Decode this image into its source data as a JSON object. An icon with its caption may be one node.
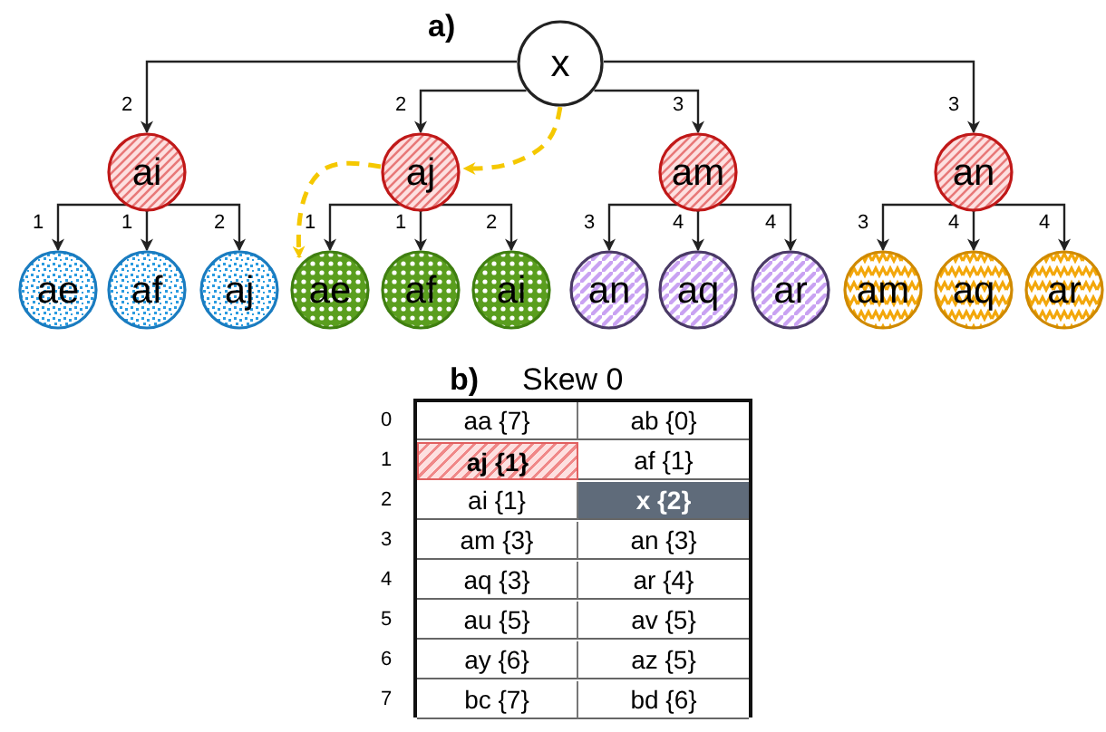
{
  "diagram": {
    "nodes": [
      {
        "text": [
          "x"
        ]
      },
      {
        "text": [
          "ai"
        ]
      },
      {
        "text": [
          "aj"
        ]
      },
      {
        "text": [
          "am"
        ]
      },
      {
        "text": [
          "an"
        ]
      },
      {
        "text": [
          "ae"
        ]
      },
      {
        "text": [
          "af"
        ]
      },
      {
        "text": [
          "aj"
        ]
      },
      {
        "text": [
          "ae"
        ]
      },
      {
        "text": [
          "af"
        ]
      },
      {
        "text": [
          "ai"
        ]
      },
      {
        "text": [
          "an"
        ]
      },
      {
        "text": [
          "aq"
        ]
      },
      {
        "text": [
          "ar"
        ]
      },
      {
        "text": [
          "am"
        ]
      },
      {
        "text": [
          "aq"
        ]
      },
      {
        "text": [
          "ar"
        ]
      }
    ],
    "edges": [
      {
        "from": 0,
        "to": 1,
        "arrow": "to",
        "label": "2"
      },
      {
        "from": 0,
        "to": 2,
        "arrow": "to",
        "label": "2"
      },
      {
        "from": 0,
        "to": 3,
        "arrow": "to",
        "label": "3"
      },
      {
        "from": 0,
        "to": 4,
        "arrow": "to",
        "label": "3"
      },
      {
        "from": 1,
        "to": 5,
        "arrow": "to",
        "label": "1"
      },
      {
        "from": 1,
        "to": 6,
        "arrow": "to",
        "label": "1"
      },
      {
        "from": 1,
        "to": 7,
        "arrow": "to",
        "label": "2"
      },
      {
        "from": 2,
        "to": 8,
        "arrow": "to",
        "label": "1"
      },
      {
        "from": 2,
        "to": 9,
        "arrow": "to",
        "label": "1"
      },
      {
        "from": 2,
        "to": 10,
        "arrow": "to",
        "label": "2"
      },
      {
        "from": 3,
        "to": 11,
        "arrow": "to",
        "label": "3"
      },
      {
        "from": 3,
        "to": 12,
        "arrow": "to",
        "label": "4"
      },
      {
        "from": 3,
        "to": 13,
        "arrow": "to",
        "label": "4"
      },
      {
        "from": 4,
        "to": 14,
        "arrow": "to",
        "label": "3"
      },
      {
        "from": 4,
        "to": 15,
        "arrow": "to",
        "label": "4"
      },
      {
        "from": 4,
        "to": 16,
        "arrow": "to",
        "label": "4"
      },
      {
        "from": 0,
        "to": 2,
        "arrow": "to",
        "style": "dashed",
        "color": "#f5c800"
      },
      {
        "from": 2,
        "to": 8,
        "arrow": "to",
        "style": "dashed",
        "color": "#f5c800"
      }
    ],
    "labels": [
      "a)",
      "b)",
      "Skew 0",
      "0",
      "aa {7}",
      "ab {0}",
      "1",
      "aj {1}",
      "af {1}",
      "2",
      "ai {1}",
      "x {2}",
      "3",
      "am {3}",
      "an {3}",
      "4",
      "aq {3}",
      "ar {4}",
      "5",
      "au {5}",
      "av {5}",
      "6",
      "ay {6}",
      "az {5}",
      "7",
      "bc {7}",
      "bd {6}"
    ]
  }
}
